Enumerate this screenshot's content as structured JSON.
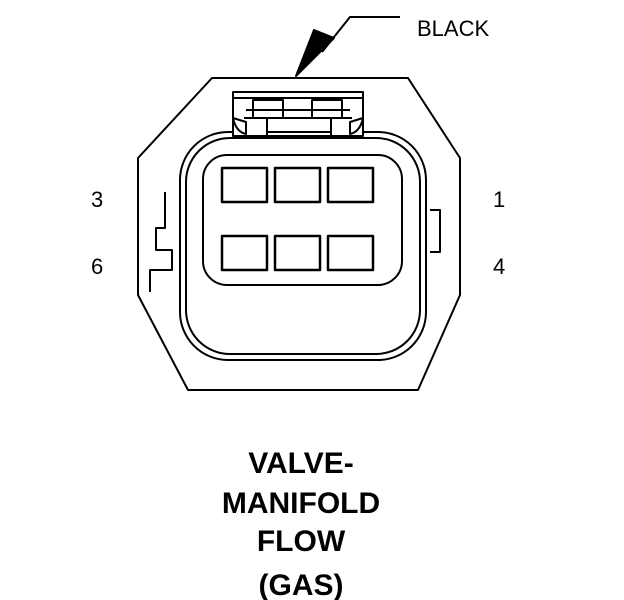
{
  "connector": {
    "color_label": "BLACK",
    "pin_labels": {
      "top_left": "3",
      "top_right": "1",
      "bottom_left": "6",
      "bottom_right": "4"
    },
    "cavities": {
      "rows": 2,
      "columns": 3
    }
  },
  "caption": {
    "line1": "VALVE-",
    "line2": "MANIFOLD",
    "line3": "FLOW",
    "line4": "(GAS)"
  },
  "colors": {
    "ink": "#000000",
    "background": "#ffffff"
  }
}
